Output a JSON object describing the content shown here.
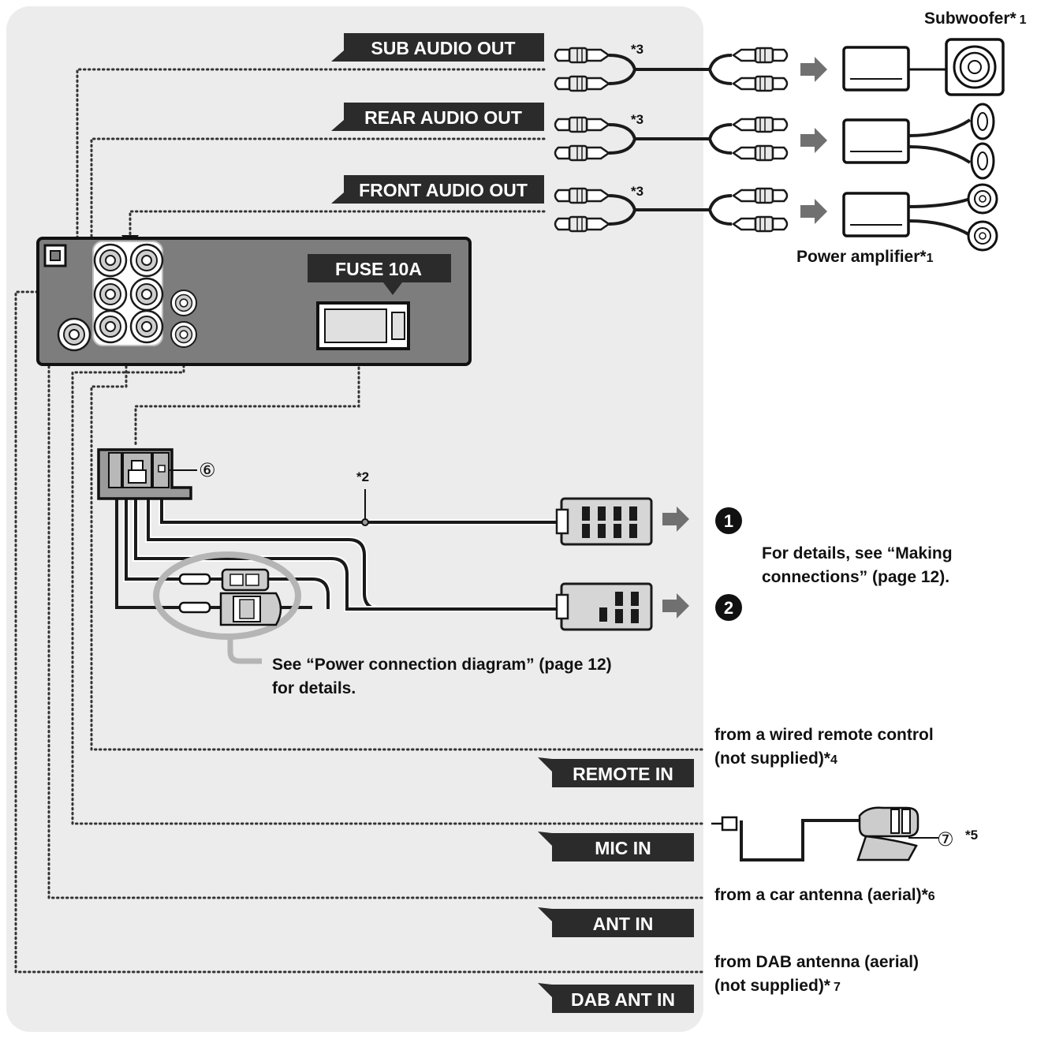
{
  "labels": {
    "sub_audio_out": "SUB AUDIO OUT",
    "rear_audio_out": "REAR AUDIO OUT",
    "front_audio_out": "FRONT AUDIO OUT",
    "fuse": "FUSE 10A",
    "remote_in": "REMOTE IN",
    "mic_in": "MIC IN",
    "ant_in": "ANT IN",
    "dab_ant_in": "DAB ANT IN"
  },
  "notes": {
    "subwoofer": "Subwoofer*",
    "subwoofer_ref": "1",
    "power_amplifier": "Power amplifier*",
    "power_amplifier_ref": "1",
    "star3_a": "*3",
    "star3_b": "*3",
    "star3_c": "*3",
    "star2": "*2",
    "circle6": "⑥",
    "circle7": "⑦",
    "star5": "*5",
    "number1": "1",
    "number2": "2",
    "details_line1": "For details, see “Making",
    "details_line2": "connections” (page 12).",
    "power_diagram_line1": "See “Power connection diagram” (page 12)",
    "power_diagram_line2": "for details.",
    "remote_line1": "from a wired remote control",
    "remote_line2": "(not supplied)*",
    "remote_ref": "4",
    "antenna_line": "from a car antenna (aerial)*",
    "antenna_ref": "6",
    "dab_line1": "from DAB antenna (aerial)",
    "dab_line2": "(not supplied)*",
    "dab_ref": "7"
  },
  "colors": {
    "panel_background": "#ececec",
    "label_background": "#2b2b2b",
    "unit_body": "#7d7d7d"
  }
}
